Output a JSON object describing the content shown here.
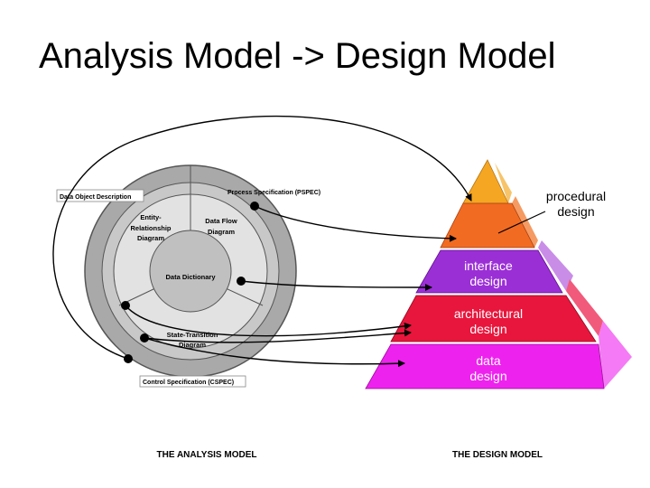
{
  "title": "Analysis Model -> Design Model",
  "analysis_model": {
    "caption": "THE ANALYSIS MODEL",
    "data_object_description": "Data Object Description",
    "process_specification": "Process Specification (PSPEC)",
    "control_specification": "Control Specification (CSPEC)",
    "entity_relationship": [
      "Entity-",
      "Relationship",
      "Diagram"
    ],
    "data_flow": [
      "Data Flow",
      "Diagram"
    ],
    "data_dictionary": "Data Dictionary",
    "state_transition": [
      "State-Transition",
      "Diagram"
    ]
  },
  "design_model": {
    "caption": "THE DESIGN MODEL",
    "procedural": [
      "procedural",
      "design"
    ],
    "interface": [
      "interface",
      "design"
    ],
    "architectural": [
      "architectural",
      "design"
    ],
    "data": [
      "data",
      "design"
    ]
  },
  "colors": {
    "outer_ring": "#a9a9a9",
    "middle_ring": "#c8c8c8",
    "inner_ring": "#e2e2e2",
    "core": "#c0c0c0",
    "pyramid_top": "#f5a623",
    "procedural_layer": "#f26b22",
    "interface_layer": "#9b2fd6",
    "architectural_layer": "#e8163c",
    "data_layer": "#ee22ee"
  }
}
